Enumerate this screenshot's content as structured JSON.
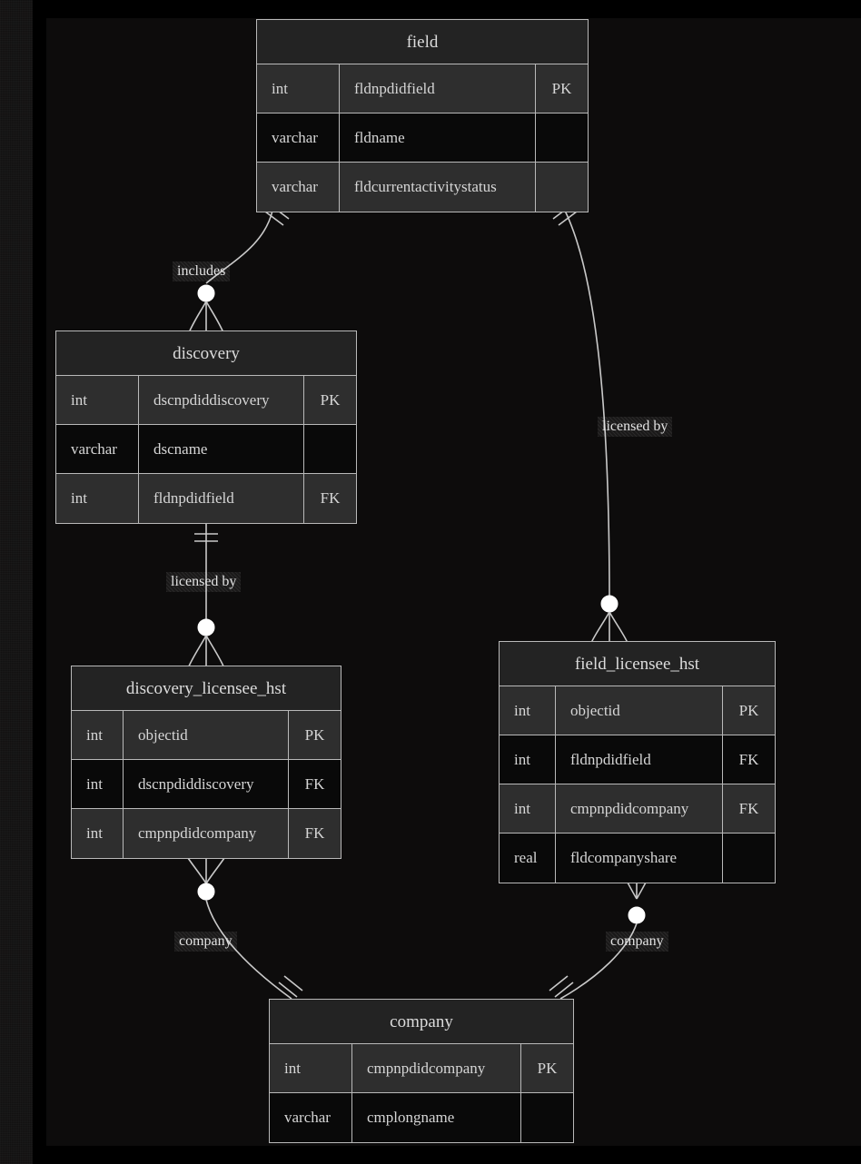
{
  "diagram": {
    "type": "entity-relationship-diagram",
    "notation": "crow's-foot",
    "background_color": "#0d0c0c",
    "line_color": "#c9c9c9",
    "text_color": "#d9d9d9",
    "border_color": "#b9b9b9",
    "header_color": "#232323",
    "row_color": "#2e2e2e",
    "row_alt_color": "#090909"
  },
  "entities": [
    {
      "id": "field",
      "name": "field",
      "columns": [
        {
          "type": "int",
          "name": "fldnpdidfield",
          "key": "PK"
        },
        {
          "type": "varchar",
          "name": "fldname",
          "key": ""
        },
        {
          "type": "varchar",
          "name": "fldcurrentactivitystatus",
          "key": ""
        }
      ]
    },
    {
      "id": "discovery",
      "name": "discovery",
      "columns": [
        {
          "type": "int",
          "name": "dscnpdiddiscovery",
          "key": "PK"
        },
        {
          "type": "varchar",
          "name": "dscname",
          "key": ""
        },
        {
          "type": "int",
          "name": "fldnpdidfield",
          "key": "FK"
        }
      ]
    },
    {
      "id": "discovery_licensee_hst",
      "name": "discovery_licensee_hst",
      "columns": [
        {
          "type": "int",
          "name": "objectid",
          "key": "PK"
        },
        {
          "type": "int",
          "name": "dscnpdiddiscovery",
          "key": "FK"
        },
        {
          "type": "int",
          "name": "cmpnpdidcompany",
          "key": "FK"
        }
      ]
    },
    {
      "id": "field_licensee_hst",
      "name": "field_licensee_hst",
      "columns": [
        {
          "type": "int",
          "name": "objectid",
          "key": "PK"
        },
        {
          "type": "int",
          "name": "fldnpdidfield",
          "key": "FK"
        },
        {
          "type": "int",
          "name": "cmpnpdidcompany",
          "key": "FK"
        },
        {
          "type": "real",
          "name": "fldcompanyshare",
          "key": ""
        }
      ]
    },
    {
      "id": "company",
      "name": "company",
      "columns": [
        {
          "type": "int",
          "name": "cmpnpdidcompany",
          "key": "PK"
        },
        {
          "type": "varchar",
          "name": "cmplongname",
          "key": ""
        }
      ]
    }
  ],
  "relationships": [
    {
      "id": "field-discovery",
      "label": "includes",
      "from": "field",
      "to": "discovery",
      "from_cardinality": "exactly-one",
      "to_cardinality": "zero-or-many"
    },
    {
      "id": "field-field_licensee_hst",
      "label": "licensed by",
      "from": "field",
      "to": "field_licensee_hst",
      "from_cardinality": "exactly-one",
      "to_cardinality": "zero-or-many"
    },
    {
      "id": "discovery-discovery_licensee_hst",
      "label": "licensed by",
      "from": "discovery",
      "to": "discovery_licensee_hst",
      "from_cardinality": "exactly-one",
      "to_cardinality": "zero-or-many"
    },
    {
      "id": "discovery_licensee_hst-company",
      "label": "company",
      "from": "discovery_licensee_hst",
      "to": "company",
      "from_cardinality": "zero-or-many",
      "to_cardinality": "exactly-one"
    },
    {
      "id": "field_licensee_hst-company",
      "label": "company",
      "from": "field_licensee_hst",
      "to": "company",
      "from_cardinality": "zero-or-many",
      "to_cardinality": "exactly-one"
    }
  ]
}
